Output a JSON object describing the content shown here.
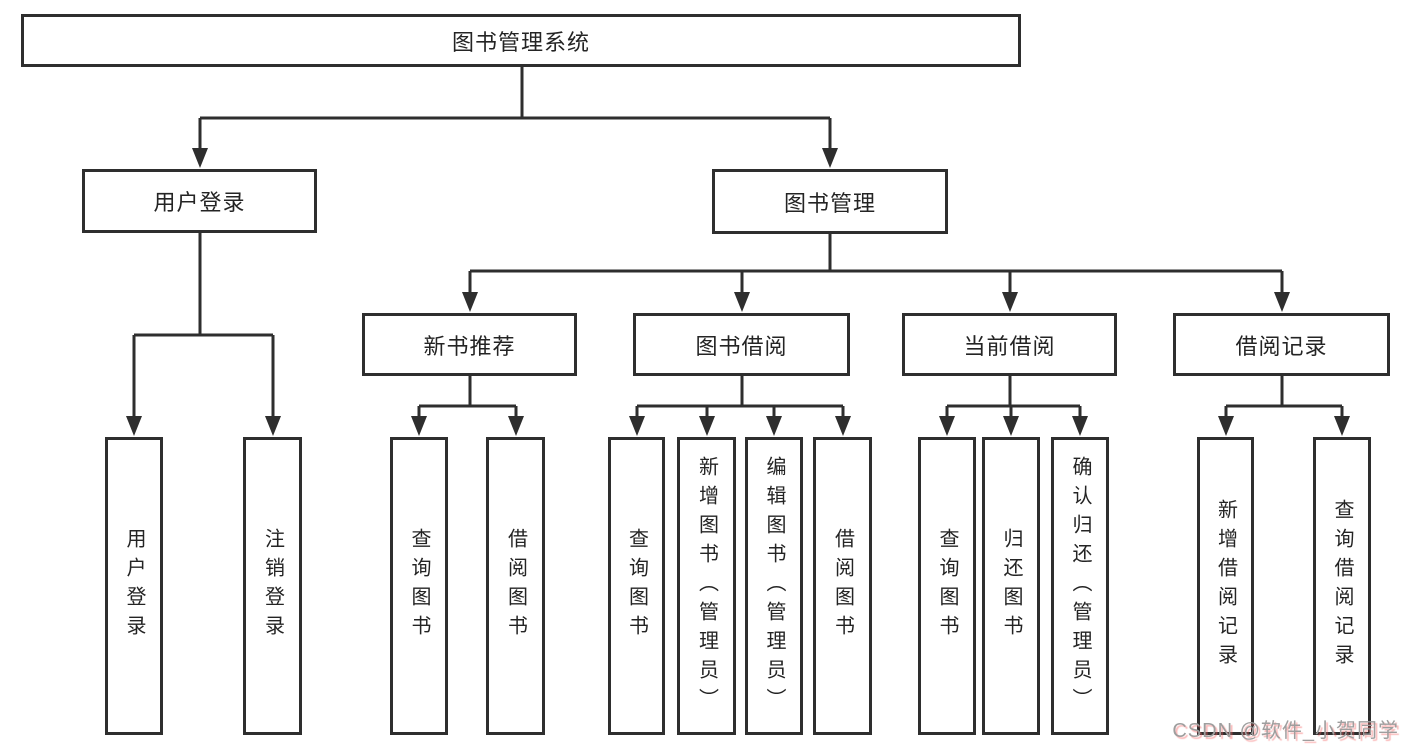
{
  "diagram": {
    "root": {
      "label": "图书管理系统"
    },
    "level2": [
      {
        "label": "用户登录"
      },
      {
        "label": "图书管理"
      }
    ],
    "level3": [
      {
        "label": "新书推荐"
      },
      {
        "label": "图书借阅"
      },
      {
        "label": "当前借阅"
      },
      {
        "label": "借阅记录"
      }
    ],
    "leaves": [
      {
        "label": "用户登录"
      },
      {
        "label": "注销登录"
      },
      {
        "label": "查询图书"
      },
      {
        "label": "借阅图书"
      },
      {
        "label": "查询图书"
      },
      {
        "label": "新增图书（管理员）"
      },
      {
        "label": "编辑图书（管理员）"
      },
      {
        "label": "借阅图书"
      },
      {
        "label": "查询图书"
      },
      {
        "label": "归还图书"
      },
      {
        "label": "确认归还（管理员）"
      },
      {
        "label": "新增借阅记录"
      },
      {
        "label": "查询借阅记录"
      }
    ]
  },
  "watermark": {
    "text": "CSDN @软件_小贺同学"
  },
  "colors": {
    "line": "#2e2e2e",
    "text": "#242424",
    "background": "#ffffff",
    "watermark": "#9e9e9e",
    "watermark_shadow": "#f46060"
  }
}
